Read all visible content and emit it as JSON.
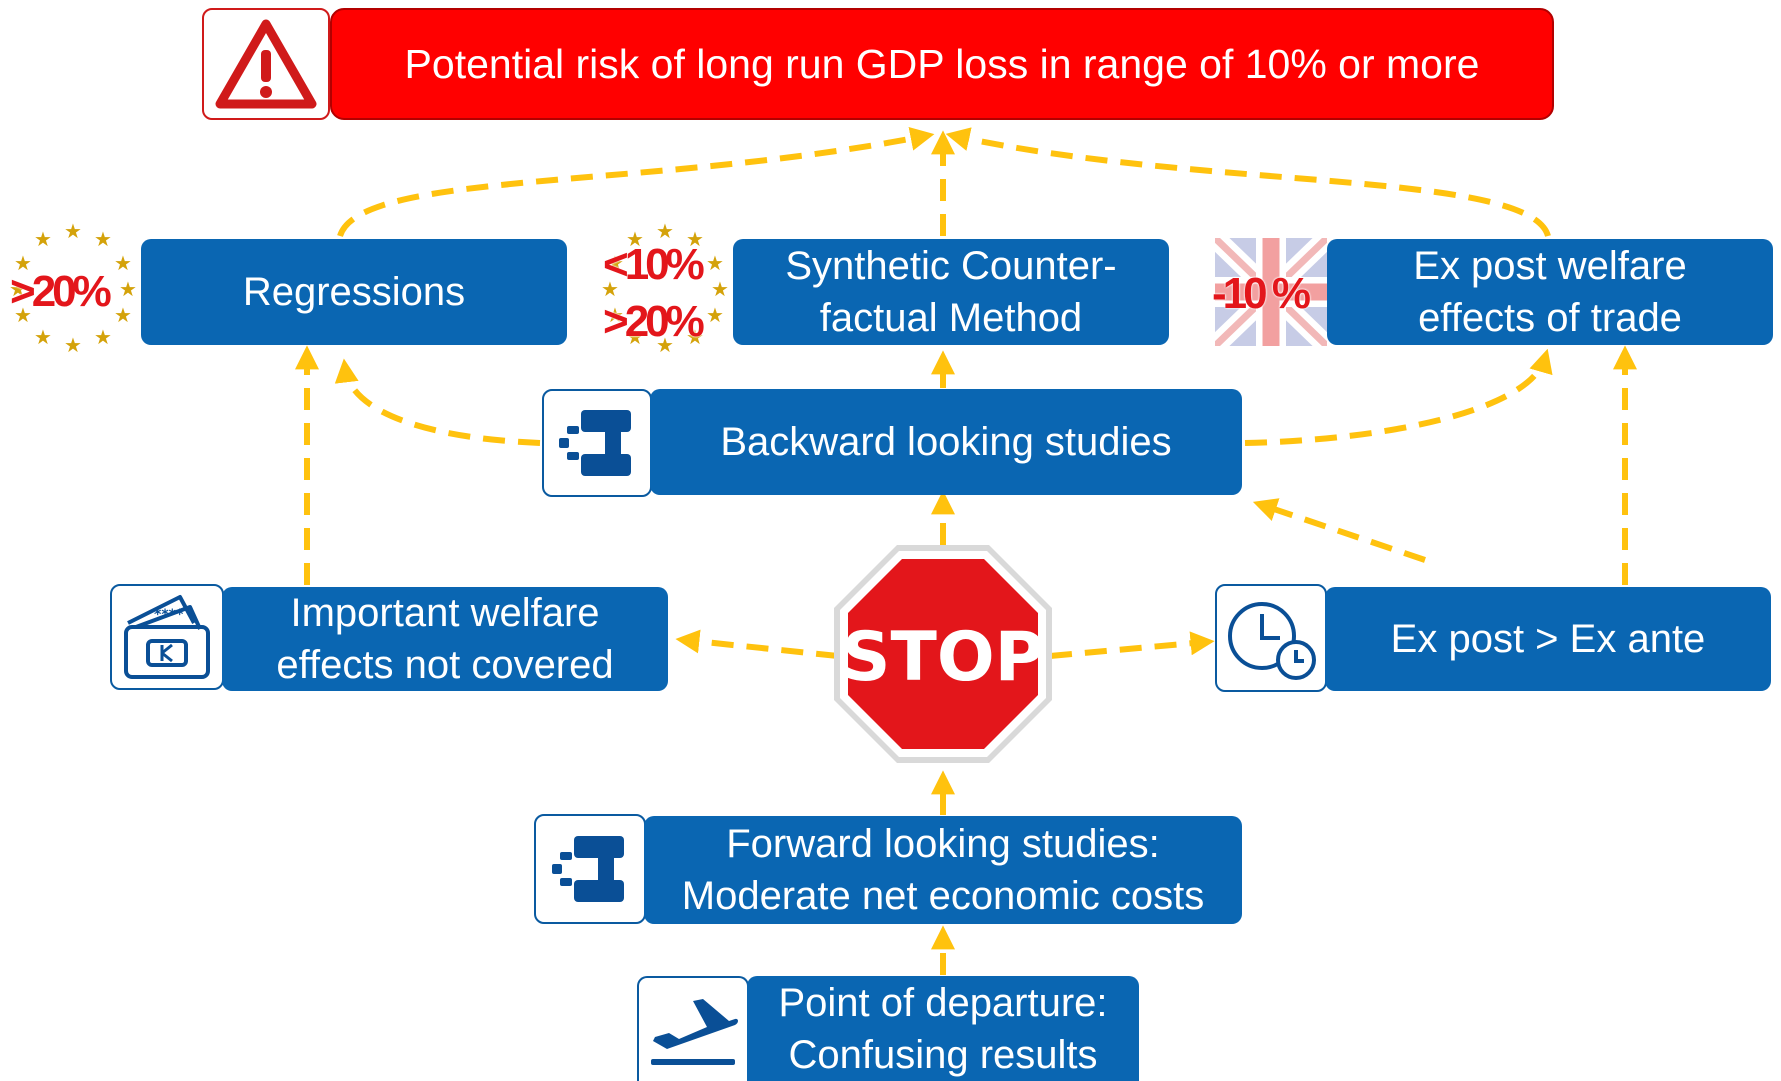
{
  "top": {
    "text": "Potential risk of long run GDP loss in range of 10% or more"
  },
  "boxes": {
    "regressions": "Regressions",
    "synthetic_line1": "Synthetic Counter-",
    "synthetic_line2": "factual Method",
    "expost_welfare_line1": "Ex post welfare",
    "expost_welfare_line2": "effects of trade",
    "backward": "Backward looking studies",
    "important_line1": "Important welfare",
    "important_line2": "effects not covered",
    "expost_exante": "Ex post > Ex ante",
    "forward_line1": "Forward looking studies:",
    "forward_line2": "Moderate net economic costs",
    "departure_line1": "Point of departure:",
    "departure_line2": "Confusing results"
  },
  "stop_sign": "STOP",
  "estimates": {
    "regressions": ">20%",
    "synthetic_low": "<10%",
    "synthetic_high": ">20%",
    "uk": "-10 %"
  },
  "wallet_stars": "****",
  "colors": {
    "box_blue": "#0a66b2",
    "top_red": "#ff0000",
    "stop_red": "#e3161b",
    "arrow_yellow": "#ffc20e",
    "estimate_red": "#e3161b"
  },
  "icons": [
    "warning-icon",
    "binoculars-icon",
    "wallet-icon",
    "clock-icon",
    "departure-plane-icon",
    "eu-stars-icon",
    "uk-flag-icon"
  ]
}
